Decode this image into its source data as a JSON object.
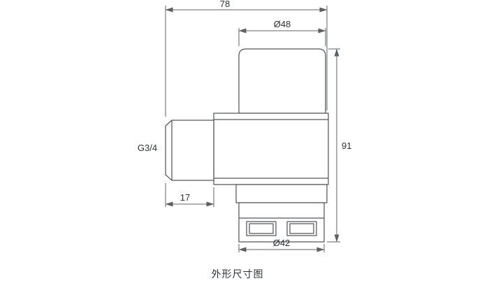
{
  "caption": "外形尺寸图",
  "dimensions": {
    "overall_width": "78",
    "cap_diameter": "Ø48",
    "overall_height": "91",
    "thread_spec": "G3/4",
    "thread_length": "17",
    "outlet_diameter": "Ø42"
  },
  "colors": {
    "outline": "#54585c",
    "dimension": "#5c6064",
    "text": "#2e3133",
    "background": "#ffffff"
  }
}
